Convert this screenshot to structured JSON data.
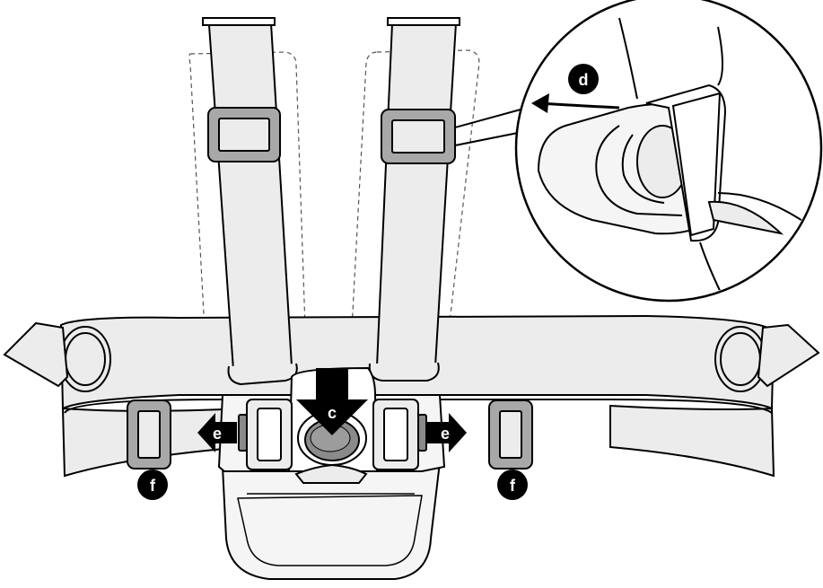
{
  "labels": {
    "c": "c",
    "d": "d",
    "e_left": "e",
    "e_right": "e",
    "f_left": "f",
    "f_right": "f"
  },
  "colors": {
    "line": "#000000",
    "strap_fill": "#ececec",
    "buckle_fill": "#f5f5f5",
    "slider_fill": "#a8a8a8",
    "button_fill": "#8a8a8a",
    "arrow_fill": "#000000",
    "label_bg": "#000000",
    "label_text": "#ffffff",
    "dashed": "#555555"
  },
  "icons": {
    "press_arrow": "arrow-down-icon",
    "release_arrows": "arrow-left-right-icon",
    "detail_callout": "magnifier-circle-icon"
  }
}
